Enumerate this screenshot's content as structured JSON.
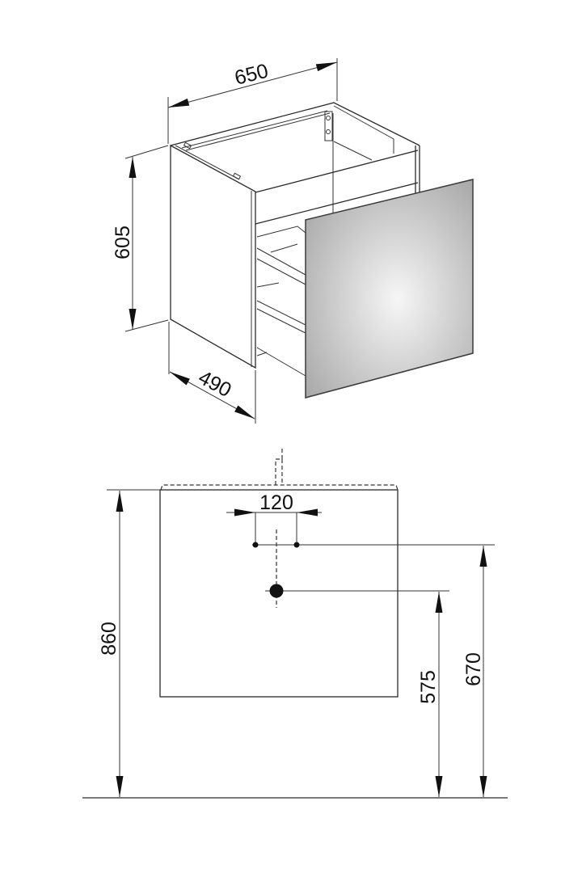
{
  "iso_view": {
    "width_label": "650",
    "height_label": "605",
    "depth_label": "490"
  },
  "front_view": {
    "total_height_label": "860",
    "hole_spacing_label": "120",
    "drain_height_label": "575",
    "supply_height_label": "670"
  },
  "colors": {
    "line": "#2a2a2a",
    "door_light": "#f4f4f4",
    "door_dark": "#a9a9a9"
  }
}
